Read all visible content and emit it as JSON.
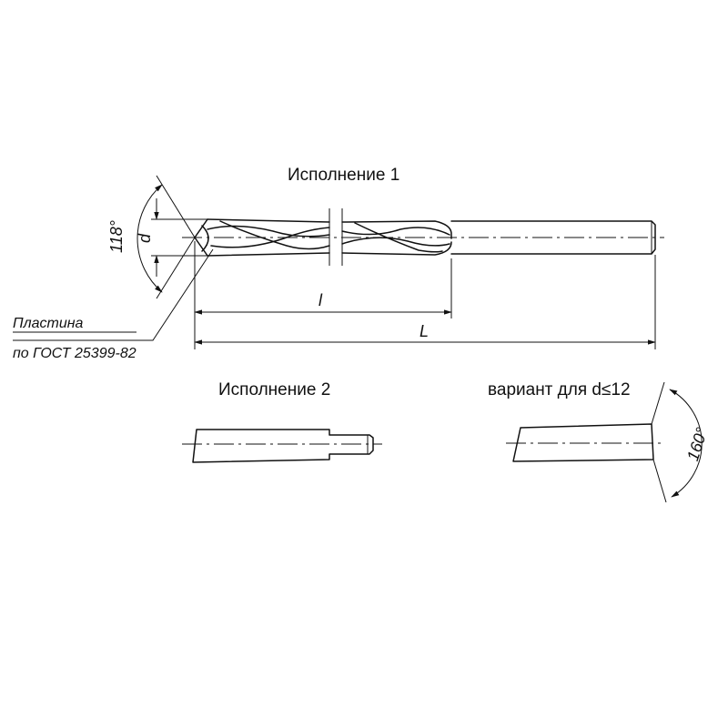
{
  "views": {
    "version1_title": "Исполнение 1",
    "version2_title": "Исполнение 2",
    "variant_title": "вариант для d≤12"
  },
  "dimensions": {
    "diameter": "d",
    "point_angle": "118°",
    "flute_length": "l",
    "total_length": "L",
    "tail_angle": "160°"
  },
  "callout": {
    "line1": "Пластина",
    "line2": "по ГОСТ 25399-82"
  }
}
